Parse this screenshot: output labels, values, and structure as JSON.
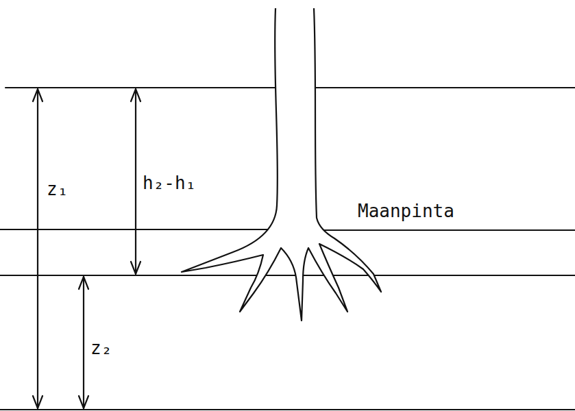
{
  "diagram": {
    "labels": [
      "z₁",
      "h₂-h₁",
      "Maanpinta",
      "z₂"
    ]
  }
}
